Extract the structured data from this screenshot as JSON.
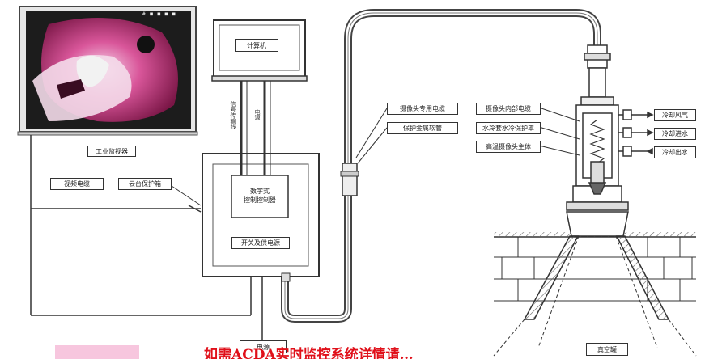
{
  "screen_status": "# ■ ■ ■ ■ ■",
  "labels": {
    "computer": "计算机",
    "display_caption": "工业监视器",
    "video_cable": "视频电缆",
    "protect_box": "云台保护箱",
    "controller_line1": "数字式",
    "controller_line2": "控制控制器",
    "power_supply": "开关及供电源",
    "camera_cable": "摄像头专用电缆",
    "protect_hose": "保护金属软管",
    "head_cable": "摄像头内部电缆",
    "cooling_jacket": "水冷套水冷保护罩",
    "lens": "高温摄像头主体",
    "air_in": "冷却风气",
    "water_in": "冷却进水",
    "water_out": "冷却出水",
    "power": "电源",
    "furnace": "真空罐",
    "vertical_left": "信号传输线",
    "vertical_right": "电源"
  },
  "caption": "如需ACDA实时监控系统详情请…"
}
